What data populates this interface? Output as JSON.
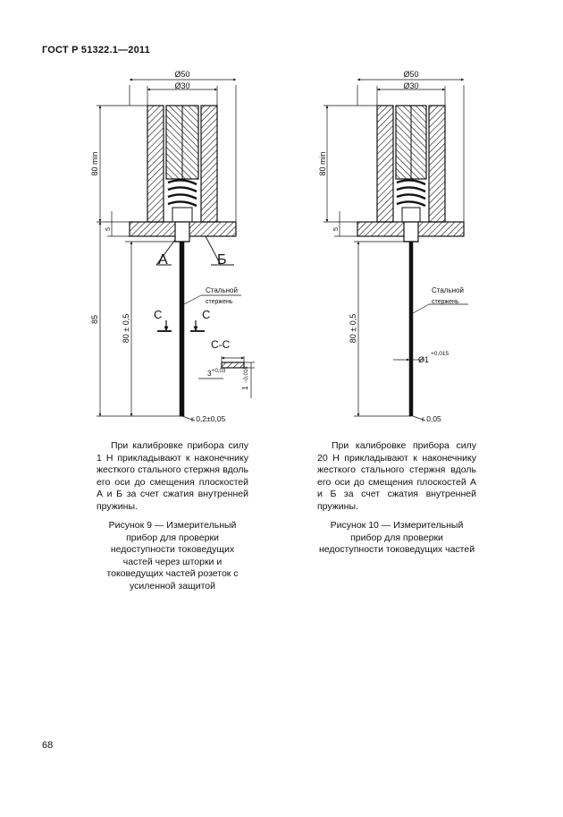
{
  "header": {
    "standard": "ГОСТ Р 51322.1—2011"
  },
  "page_number": "68",
  "figure9": {
    "dims": {
      "d_outer": "Ø50",
      "d_inner": "Ø30",
      "h_top": "80 min",
      "h_flange": "5",
      "h_total": "85",
      "h_rod": "80 ± 0,5",
      "tip": "r 0,2±0,05"
    },
    "labels": {
      "plane_a": "А",
      "plane_b": "Б",
      "section_mark": "С",
      "section_title": "С-С",
      "rod_1": "Стальной",
      "rod_2": "стержень",
      "sec_w": "3",
      "sec_w_tol": "+0,03",
      "sec_h": "1",
      "sec_h_tol": "−0,016"
    },
    "note": "При калибровке прибора силу 1 Н прикладывают к наконечнику жесткого стального стержня вдоль его оси до смещения плоскостей А и Б за счет сжатия внутренней пружины.",
    "caption": "Рисунок 9 — Измерительный прибор для проверки недоступности токоведущих частей через шторки и токоведущих частей розеток с усиленной защитой"
  },
  "figure10": {
    "dims": {
      "d_outer": "Ø50",
      "d_inner": "Ø30",
      "h_top": "80 min",
      "h_flange": "5",
      "h_rod": "80 ± 0,5",
      "rod_d": "Ø1",
      "rod_d_tol": "+0,015",
      "tip": "r 0,05"
    },
    "labels": {
      "rod_1": "Стальной",
      "rod_2": "стержень"
    },
    "note": "При калибровке прибора силу 20 Н прикладывают к наконечнику жесткого стального стержня вдоль его оси до смещения плоскостей А и Б за счет сжатия внутренней пружины.",
    "caption": "Рисунок 10 — Измерительный прибор для проверки недоступности токоведущих частей"
  }
}
